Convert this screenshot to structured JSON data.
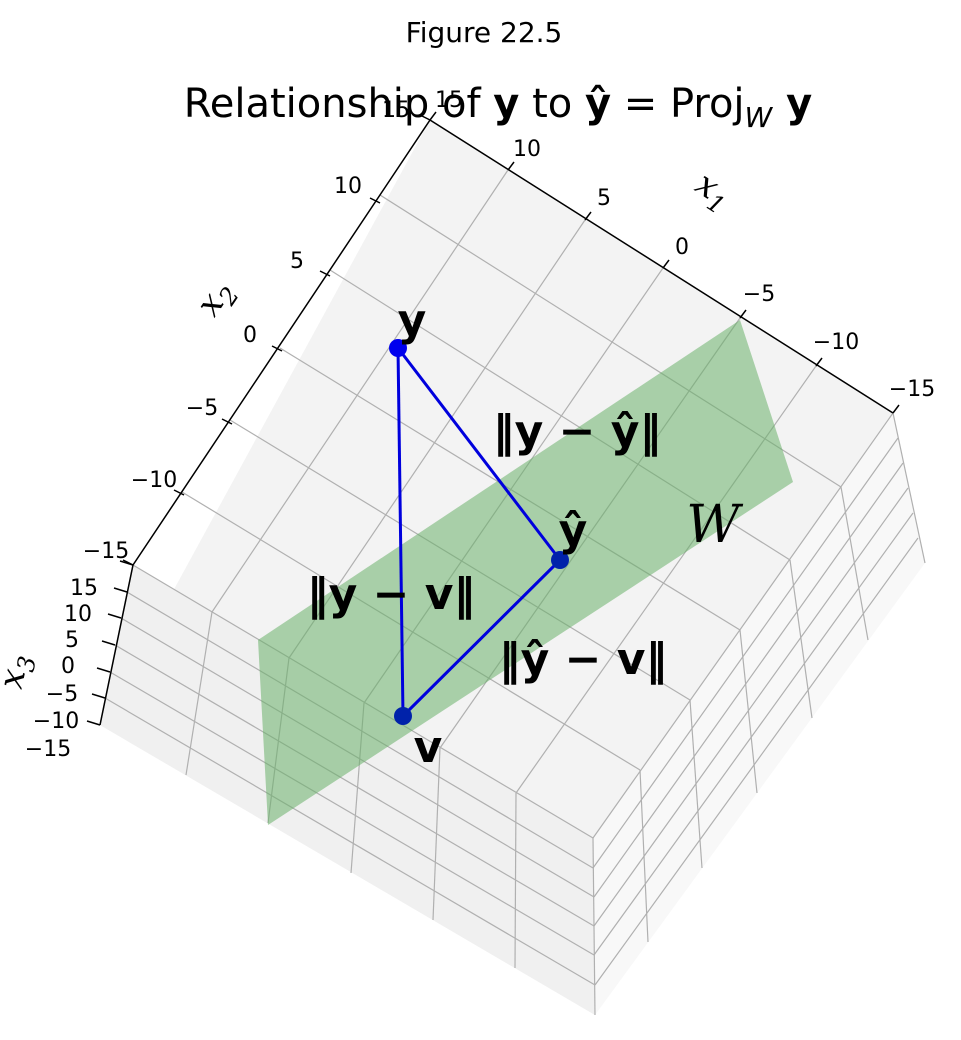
{
  "figure_label": "Figure 22.5",
  "title": {
    "prefix": "Relationship of ",
    "y": "y",
    "middle": " to ",
    "yhat": "ŷ",
    "equals": " = Proj",
    "sub": "W",
    "suffix_y": " y"
  },
  "axes": {
    "x1": {
      "label": "x",
      "sub": "1",
      "ticks": [
        "−15",
        "−10",
        "−5",
        "0",
        "5",
        "10",
        "15"
      ]
    },
    "x2": {
      "label": "x",
      "sub": "2",
      "ticks": [
        "−15",
        "−10",
        "−5",
        "0",
        "5",
        "10",
        "15"
      ]
    },
    "x3": {
      "label": "x",
      "sub": "3",
      "ticks": [
        "−15",
        "−10",
        "−5",
        "0",
        "5",
        "10",
        "15"
      ]
    }
  },
  "points": {
    "y": "y",
    "yhat": "ŷ",
    "v": "v"
  },
  "segment_labels": {
    "y_minus_yhat": "‖y − ŷ‖",
    "y_minus_v": "‖y − v‖",
    "yhat_minus_v": "‖ŷ − v‖"
  },
  "plane_label": "W",
  "colors": {
    "plane": "#6ab16a",
    "segment": "#0000dd",
    "point": "#0000ee",
    "point_on_plane": "#0022aa",
    "pane": "#f2f2f2",
    "grid": "#b0b0b0"
  }
}
